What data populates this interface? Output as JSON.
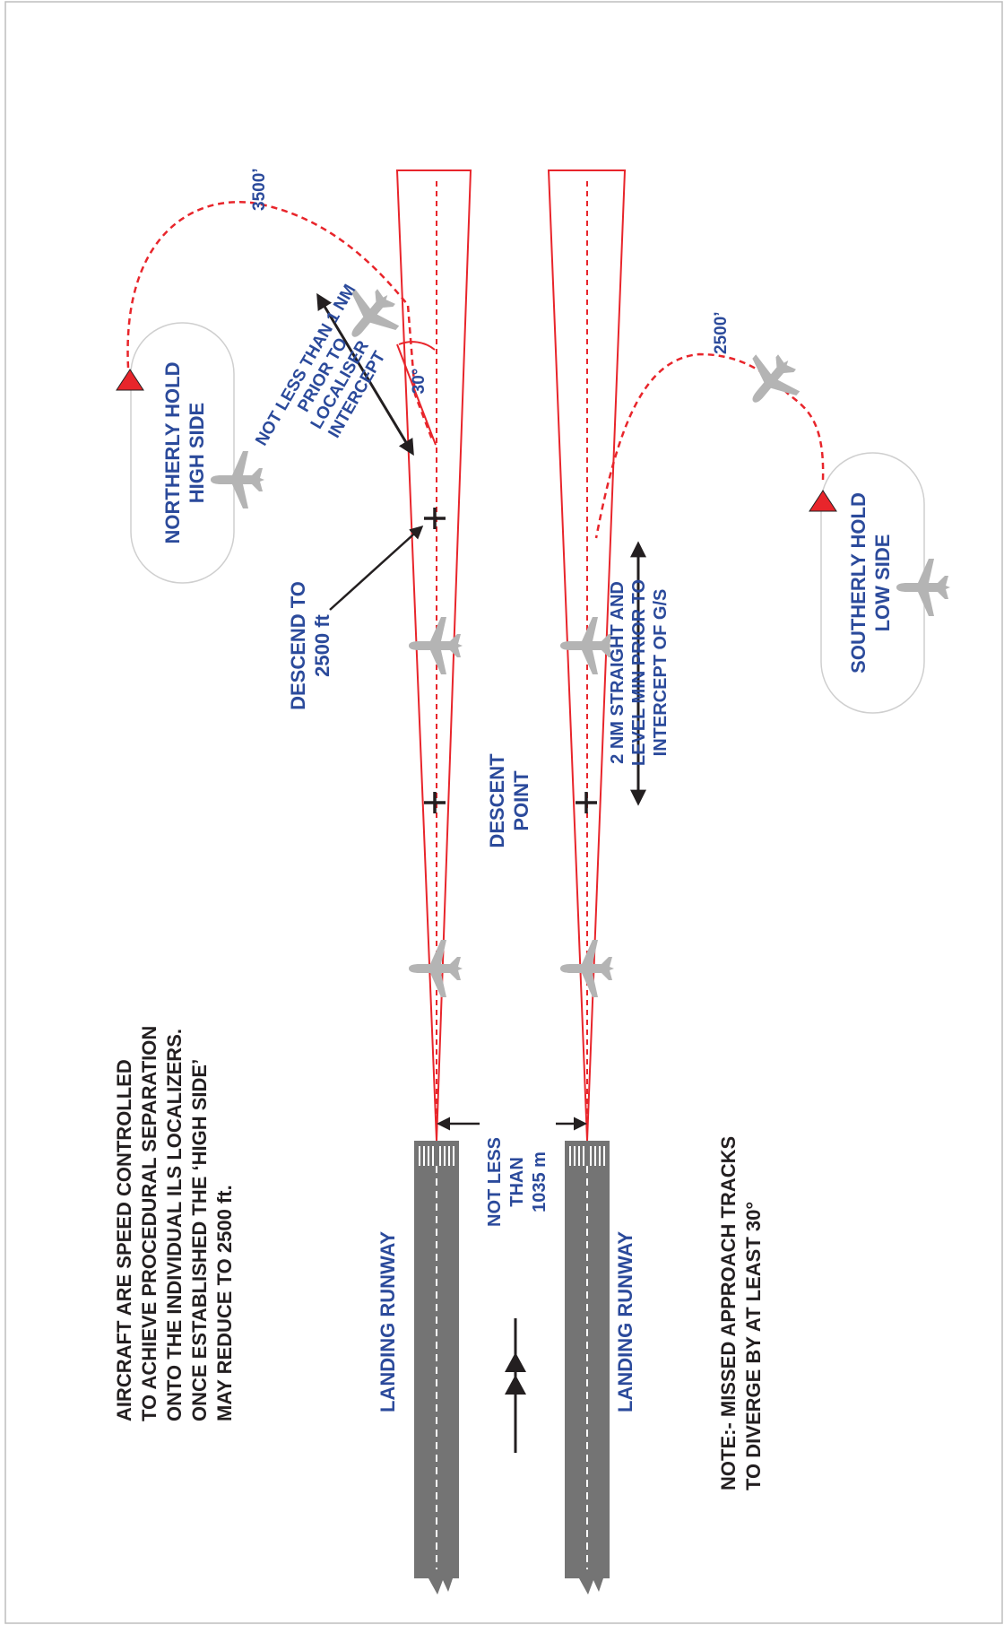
{
  "colors": {
    "red": "#e8252b",
    "blue_text": "#2b4a9b",
    "black_text": "#231f20",
    "runway": "#747474",
    "aircraft": "#b4b4b4",
    "hold_outline": "#c8c8c8"
  },
  "icons": {
    "aircraft": "aircraft-icon",
    "hold_fix": "red-triangle-icon",
    "descent_marker": "plus-cross-icon",
    "direction": "double-arrow-icon"
  },
  "notes": {
    "main": [
      "AIRCRAFT ARE SPEED CONTROLLED",
      "TO ACHIEVE PROCEDURAL SEPARATION",
      "ONTO THE INDIVIDUAL ILS LOCALIZERS.",
      "ONCE ESTABLISHED THE ‘HIGH SIDE’",
      "MAY REDUCE TO 2500 ft."
    ],
    "missed_approach": [
      "NOTE:- MISSED APPROACH TRACKS",
      "TO DIVERGE BY AT LEAST 30°"
    ]
  },
  "runways": {
    "top_label": "LANDING RUNWAY",
    "bottom_label": "LANDING RUNWAY"
  },
  "separation": [
    "NOT LESS",
    "THAN",
    "1035 m"
  ],
  "descent_point": [
    "DESCENT",
    "POINT"
  ],
  "descend_to": [
    "DESCEND TO",
    "2500 ft"
  ],
  "intercept_note": [
    "NOT LESS THAN 1 NM",
    "PRIOR TO",
    "LOCALISER",
    "INTERCEPT"
  ],
  "straight_level": [
    "2 NM STRAIGHT AND",
    "LEVEL MIN PRIOR TO",
    "INTERCEPT OF G/S"
  ],
  "angle": "30°",
  "northerly_hold": [
    "NORTHERLY HOLD",
    "HIGH SIDE"
  ],
  "southerly_hold": [
    "SOUTHERLY HOLD",
    "LOW SIDE"
  ],
  "altitudes": {
    "high": "3500’",
    "low": "2500’"
  }
}
